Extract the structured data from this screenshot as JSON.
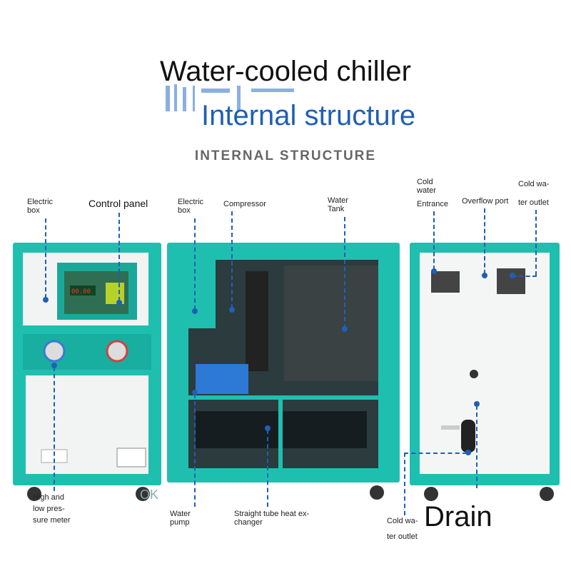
{
  "header": {
    "title": "Water-cooled chiller",
    "subtitle": "Internal structure",
    "caps": "INTERNAL STRUCTURE"
  },
  "labels": {
    "electric_box_left": "Electric\nbox",
    "control_panel": "Control panel",
    "electric_box_mid": "Electric\nbox",
    "compressor": "Compressor",
    "water_tank": "Water\nTank",
    "cold_water_entrance_1": "Cold\nwater",
    "cold_water_entrance_2": "Entrance",
    "overflow_port": "Overflow port",
    "cold_water_outlet_top_1": "Cold wa-",
    "cold_water_outlet_top_2": "ter outlet",
    "pressure_meter": "High and\nlow pres-\nsure meter",
    "ok": "OK",
    "water_pump": "Water\npump",
    "heat_exchanger": "Straight tube heat ex-\nchanger",
    "cold_water_outlet_bottom_1": "Cold wa-",
    "cold_water_outlet_bottom_2": "ter outlet",
    "drain": "Drain"
  },
  "colors": {
    "accent": "#1f5fb5",
    "machine_body": "#1fbfb0"
  }
}
